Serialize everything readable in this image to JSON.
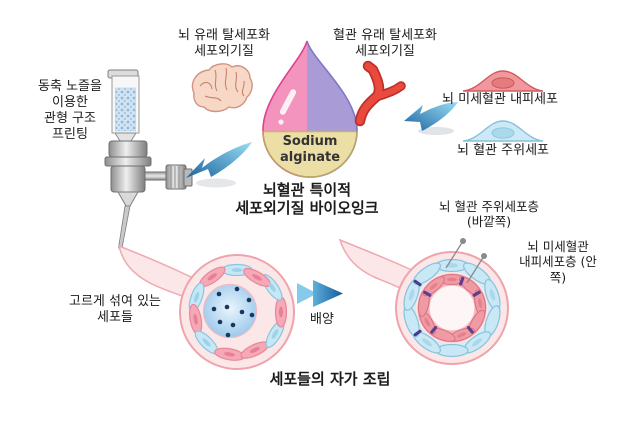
{
  "page": {
    "background": "#FFFFFF",
    "description": "Korean scientific diagram: brain-vessel-specific ECM bioink and self-assembly of cells into a vessel tube"
  },
  "labels": {
    "brain_ecm": "뇌 유래 탈세포화\n세포외기질",
    "vessel_ecm": "혈관 유래 탈세포화\n세포외기질",
    "coaxial_printing": "동축 노즐을\n이용한\n관형 구조\n프린팅",
    "endothelial_cell": "뇌 미세혈관 내피세포",
    "pericyte_cell": "뇌 혈관 주위세포",
    "bioink_title": "뇌혈관 특이적\n세포외기질 바이오잉크",
    "sodium_alginate": "Sodium\nalginate",
    "mixed_cells": "고르게 섞여 있는\n세포들",
    "culture": "배양",
    "pericyte_layer": "뇌 혈관 주위세포층\n(바깥쪽)",
    "endothelial_layer": "뇌 미세혈관\n내피세포층 (안쪽)",
    "self_assembly": "세포들의 자가 조립"
  },
  "icons": [
    "coaxial-nozzle-syringe-icon",
    "brain-icon",
    "bioink-droplet-icon",
    "blood-vessel-icon",
    "endothelial-cell-icon",
    "pericyte-cell-icon",
    "arrow-to-nozzle-icon",
    "arrow-cells-to-droplet-icon",
    "culture-arrow-icon",
    "mixed-cells-cross-section",
    "assembled-vessel-cross-section"
  ],
  "colors": {
    "droplet_pink": "#F394BE",
    "droplet_purple": "#A89BD6",
    "droplet_yellow": "#EBDFA6",
    "arrow_blue_light": "#9ADDF4",
    "arrow_blue_dark": "#1A64A0",
    "endothelial_pink": "#F0989B",
    "pericyte_blue": "#CBE9F6",
    "vessel_red": "#E8473C",
    "cross_section_ring_pink": "#FBE7E7",
    "junction_purple": "#5C3F8E",
    "cell_dot_navy": "#1A3560",
    "text": "#1C1C1C"
  }
}
